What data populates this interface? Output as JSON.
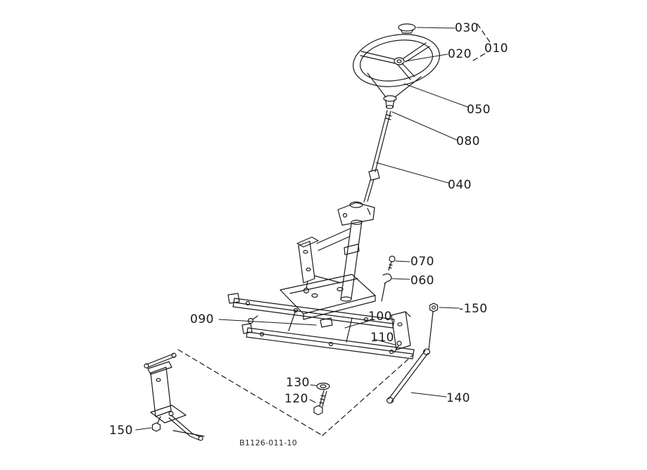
{
  "diagram": {
    "code": "B1126-011-10",
    "parts": {
      "p030": "030",
      "p020": "020",
      "p010": "010",
      "p050": "050",
      "p080": "080",
      "p040": "040",
      "p070": "070",
      "p060": "060",
      "p090": "090",
      "p100": "100",
      "p110": "110",
      "p150_right": "-150",
      "p130": "130",
      "p120": "120",
      "p140": "140",
      "p150_left": "150"
    }
  }
}
